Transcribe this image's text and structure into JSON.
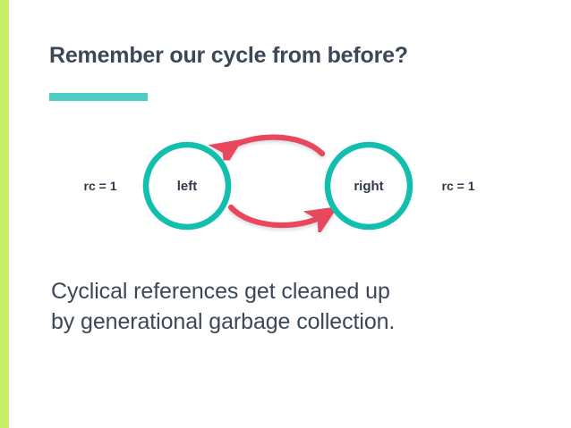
{
  "slide": {
    "title": "Remember our cycle from before?",
    "body_lines": [
      "Cyclical references get cleaned up",
      "by generational garbage collection."
    ]
  },
  "diagram": {
    "type": "cycle-reference-diagram",
    "nodes": [
      {
        "id": "left",
        "label": "left",
        "refcount_label": "rc = 1"
      },
      {
        "id": "right",
        "label": "right",
        "refcount_label": "rc = 1"
      }
    ],
    "edges": [
      {
        "from": "right",
        "to": "left",
        "position": "top"
      },
      {
        "from": "left",
        "to": "right",
        "position": "bottom"
      }
    ]
  },
  "colors": {
    "edge_accent": "#c8ee66",
    "title_rule": "#4ecdc4",
    "node_stroke": "#12bfae",
    "arrow": "#e8475c",
    "text_dark": "#3c4858",
    "label_dark": "#2f3a4a",
    "background": "#ffffff"
  }
}
